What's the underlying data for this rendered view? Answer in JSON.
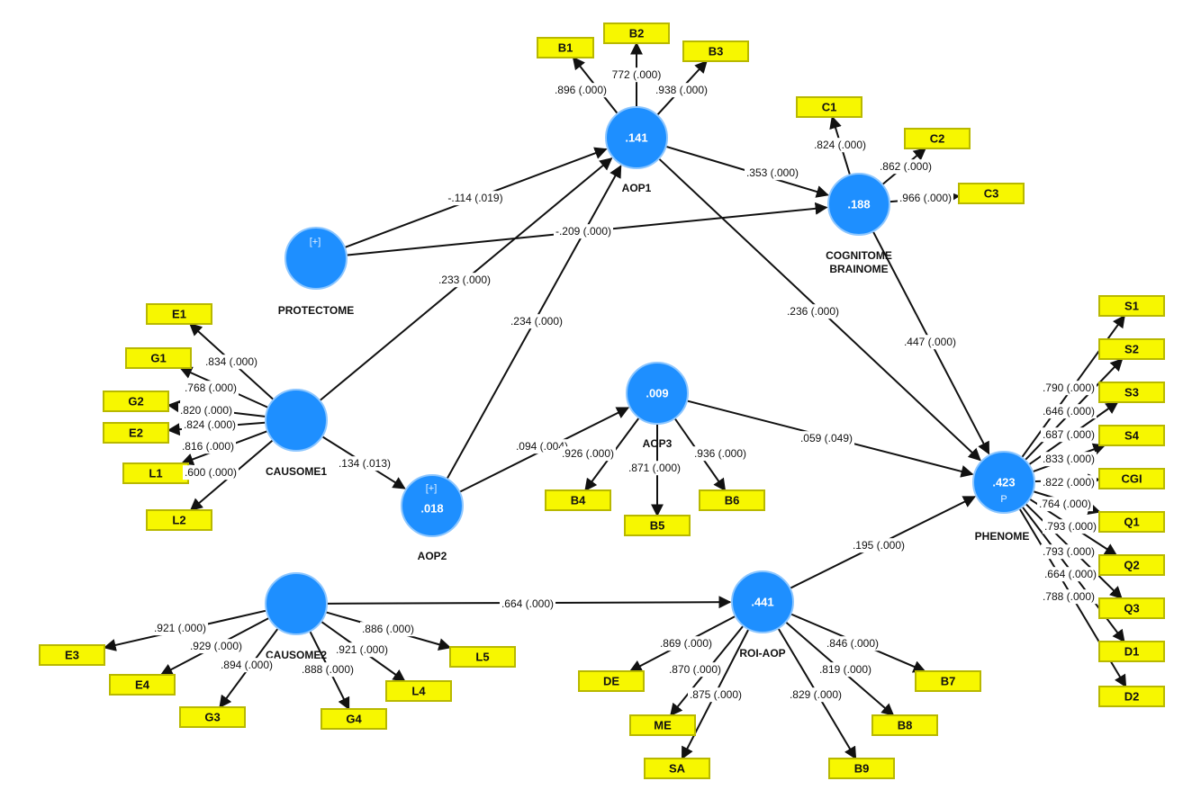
{
  "latents": [
    {
      "id": "AOP1",
      "value": ".141",
      "marker": "",
      "name": [
        "AOP1"
      ]
    },
    {
      "id": "PROTECTOME",
      "value": "",
      "marker": "[+]",
      "name": [
        "PROTECTOME"
      ]
    },
    {
      "id": "COGNITOME",
      "value": ".188",
      "marker": "",
      "name": [
        "COGNITOME",
        "BRAINOME"
      ]
    },
    {
      "id": "CAUSOME1",
      "value": "",
      "marker": "",
      "name": [
        "CAUSOME1"
      ]
    },
    {
      "id": "AOP2",
      "value": ".018",
      "marker": "[+]",
      "name": [
        "AOP2"
      ]
    },
    {
      "id": "AOP3",
      "value": ".009",
      "marker": "",
      "name": [
        "AOP3"
      ]
    },
    {
      "id": "PHENOME",
      "value": ".423",
      "marker": "P",
      "name": [
        "PHENOME"
      ]
    },
    {
      "id": "CAUSOME2",
      "value": "",
      "marker": "",
      "name": [
        "CAUSOME2"
      ]
    },
    {
      "id": "ROIAOP",
      "value": ".441",
      "marker": "",
      "name": [
        "ROI-AOP"
      ]
    }
  ],
  "indicators": [
    {
      "id": "B1",
      "label": "B1"
    },
    {
      "id": "B2",
      "label": "B2"
    },
    {
      "id": "B3",
      "label": "B3"
    },
    {
      "id": "C1",
      "label": "C1"
    },
    {
      "id": "C2",
      "label": "C2"
    },
    {
      "id": "C3",
      "label": "C3"
    },
    {
      "id": "E1",
      "label": "E1"
    },
    {
      "id": "G1",
      "label": "G1"
    },
    {
      "id": "G2",
      "label": "G2"
    },
    {
      "id": "E2",
      "label": "E2"
    },
    {
      "id": "L1",
      "label": "L1"
    },
    {
      "id": "L2",
      "label": "L2"
    },
    {
      "id": "B4",
      "label": "B4"
    },
    {
      "id": "B5",
      "label": "B5"
    },
    {
      "id": "B6",
      "label": "B6"
    },
    {
      "id": "S1",
      "label": "S1"
    },
    {
      "id": "S2",
      "label": "S2"
    },
    {
      "id": "S3",
      "label": "S3"
    },
    {
      "id": "S4",
      "label": "S4"
    },
    {
      "id": "CGI",
      "label": "CGI"
    },
    {
      "id": "Q1",
      "label": "Q1"
    },
    {
      "id": "Q2",
      "label": "Q2"
    },
    {
      "id": "Q3",
      "label": "Q3"
    },
    {
      "id": "D1",
      "label": "D1"
    },
    {
      "id": "D2",
      "label": "D2"
    },
    {
      "id": "E3",
      "label": "E3"
    },
    {
      "id": "E4",
      "label": "E4"
    },
    {
      "id": "G3",
      "label": "G3"
    },
    {
      "id": "G4",
      "label": "G4"
    },
    {
      "id": "L4",
      "label": "L4"
    },
    {
      "id": "L5",
      "label": "L5"
    },
    {
      "id": "DE",
      "label": "DE"
    },
    {
      "id": "ME",
      "label": "ME"
    },
    {
      "id": "SA",
      "label": "SA"
    },
    {
      "id": "B7",
      "label": "B7"
    },
    {
      "id": "B8",
      "label": "B8"
    },
    {
      "id": "B9",
      "label": "B9"
    }
  ],
  "paths": [
    {
      "from": "PROTECTOME",
      "to": "AOP1",
      "label": "-.114 (.019)"
    },
    {
      "from": "PROTECTOME",
      "to": "COGNITOME",
      "label": "-.209 (.000)"
    },
    {
      "from": "AOP1",
      "to": "COGNITOME",
      "label": ".353 (.000)"
    },
    {
      "from": "CAUSOME1",
      "to": "AOP1",
      "label": ".233 (.000)"
    },
    {
      "from": "AOP2",
      "to": "AOP1",
      "label": ".234 (.000)"
    },
    {
      "from": "AOP1",
      "to": "PHENOME",
      "label": ".236 (.000)"
    },
    {
      "from": "COGNITOME",
      "to": "PHENOME",
      "label": ".447 (.000)"
    },
    {
      "from": "CAUSOME1",
      "to": "AOP2",
      "label": ".134 (.013)"
    },
    {
      "from": "AOP2",
      "to": "AOP3",
      "label": ".094 (.004)"
    },
    {
      "from": "AOP3",
      "to": "PHENOME",
      "label": ".059 (.049)"
    },
    {
      "from": "ROIAOP",
      "to": "PHENOME",
      "label": ".195 (.000)"
    },
    {
      "from": "CAUSOME2",
      "to": "ROIAOP",
      "label": ".664 (.000)"
    }
  ],
  "loadings": [
    {
      "from": "AOP1",
      "to": "B1",
      "label": ".896 (.000)"
    },
    {
      "from": "AOP1",
      "to": "B2",
      "label": "772 (.000)"
    },
    {
      "from": "AOP1",
      "to": "B3",
      "label": ".938 (.000)"
    },
    {
      "from": "COGNITOME",
      "to": "C1",
      "label": ".824 (.000)"
    },
    {
      "from": "COGNITOME",
      "to": "C2",
      "label": ".862 (.000)"
    },
    {
      "from": "COGNITOME",
      "to": "C3",
      "label": ".966 (.000)"
    },
    {
      "from": "CAUSOME1",
      "to": "E1",
      "label": ".834 (.000)"
    },
    {
      "from": "CAUSOME1",
      "to": "G1",
      "label": ".768 (.000)"
    },
    {
      "from": "CAUSOME1",
      "to": "G2",
      "label": ".820 (.000)"
    },
    {
      "from": "CAUSOME1",
      "to": "E2",
      "label": ".824 (.000)"
    },
    {
      "from": "CAUSOME1",
      "to": "L1",
      "label": ".816 (.000)"
    },
    {
      "from": "CAUSOME1",
      "to": "L2",
      "label": ".600 (.000)"
    },
    {
      "from": "AOP3",
      "to": "B4",
      "label": ".926 (.000)"
    },
    {
      "from": "AOP3",
      "to": "B5",
      "label": ".871 (.000)"
    },
    {
      "from": "AOP3",
      "to": "B6",
      "label": ".936 (.000)"
    },
    {
      "from": "PHENOME",
      "to": "S1",
      "label": ".790 (.000)"
    },
    {
      "from": "PHENOME",
      "to": "S2",
      "label": ".646 (.000)"
    },
    {
      "from": "PHENOME",
      "to": "S3",
      "label": ".687 (.000)"
    },
    {
      "from": "PHENOME",
      "to": "S4",
      "label": ".833 (.000)"
    },
    {
      "from": "PHENOME",
      "to": "CGI",
      "label": ".822 (.000)"
    },
    {
      "from": "PHENOME",
      "to": "Q1",
      "label": ".764 (.000)"
    },
    {
      "from": "PHENOME",
      "to": "Q2",
      "label": ".793 (.000)"
    },
    {
      "from": "PHENOME",
      "to": "Q3",
      "label": ".793 (.000)"
    },
    {
      "from": "PHENOME",
      "to": "D1",
      "label": ".664 (.000)"
    },
    {
      "from": "PHENOME",
      "to": "D2",
      "label": ".788 (.000)"
    },
    {
      "from": "CAUSOME2",
      "to": "E3",
      "label": ".921 (.000)"
    },
    {
      "from": "CAUSOME2",
      "to": "E4",
      "label": ".929 (.000)"
    },
    {
      "from": "CAUSOME2",
      "to": "G3",
      "label": ".894 (.000)"
    },
    {
      "from": "CAUSOME2",
      "to": "G4",
      "label": ".888 (.000)"
    },
    {
      "from": "CAUSOME2",
      "to": "L4",
      "label": ".921 (.000)"
    },
    {
      "from": "CAUSOME2",
      "to": "L5",
      "label": ".886 (.000)"
    },
    {
      "from": "ROIAOP",
      "to": "DE",
      "label": ".869 (.000)"
    },
    {
      "from": "ROIAOP",
      "to": "ME",
      "label": ".870 (.000)"
    },
    {
      "from": "ROIAOP",
      "to": "SA",
      "label": ".875 (.000)"
    },
    {
      "from": "ROIAOP",
      "to": "B7",
      "label": ".846 (.000)"
    },
    {
      "from": "ROIAOP",
      "to": "B8",
      "label": ".819 (.000)"
    },
    {
      "from": "ROIAOP",
      "to": "B9",
      "label": ".829 (.000)"
    }
  ]
}
